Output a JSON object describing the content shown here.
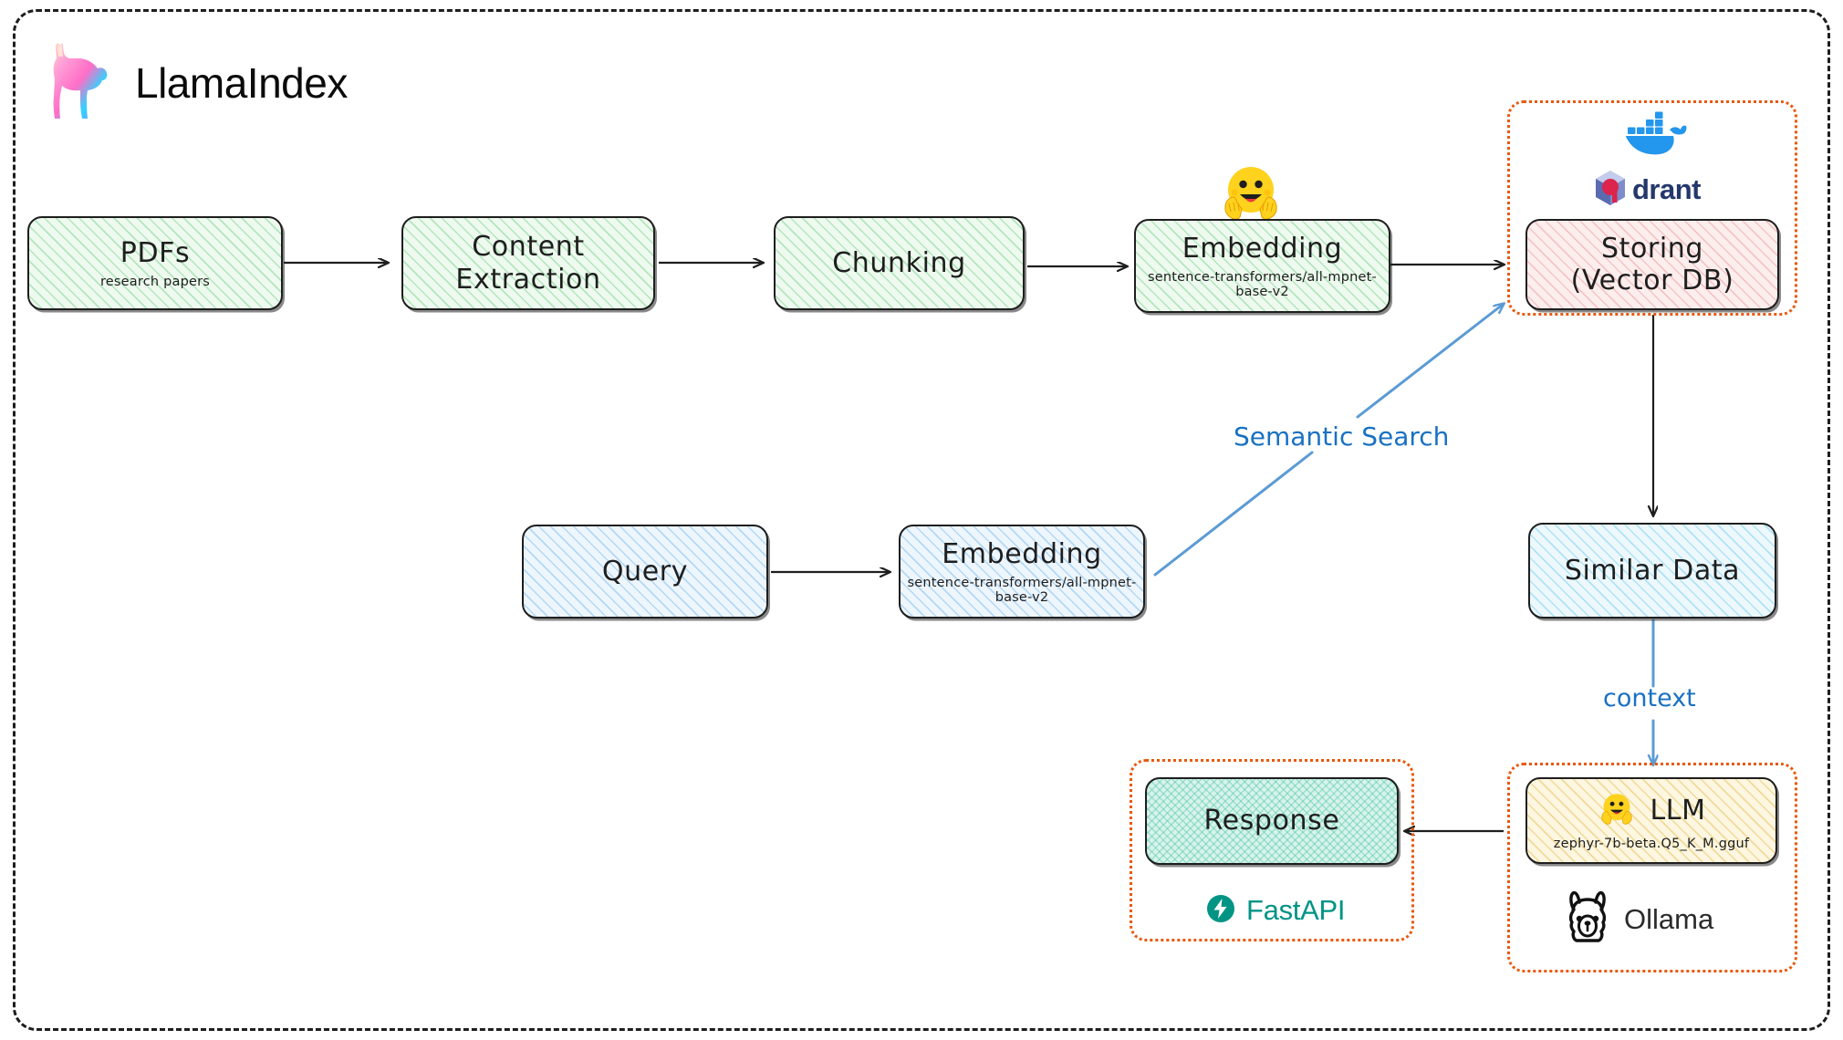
{
  "brand": {
    "name": "LlamaIndex",
    "logo_icon": "llama-gradient-icon"
  },
  "colors": {
    "accent_orange": "#e8590c",
    "arrow_blue": "#5b9bd5",
    "label_blue": "#1971c2",
    "docker_blue": "#2396ed",
    "qdrant_red": "#dc244c",
    "qdrant_navy": "#24386c",
    "fastapi_teal": "#009485",
    "ink": "#1e1e1e"
  },
  "ingestion_pipeline": {
    "nodes": [
      {
        "id": "pdfs",
        "title": "PDFs",
        "subtitle": "research papers",
        "fill": "green"
      },
      {
        "id": "content-extraction",
        "title": "Content\nExtraction",
        "subtitle": "",
        "fill": "green"
      },
      {
        "id": "chunking",
        "title": "Chunking",
        "subtitle": "",
        "fill": "green"
      },
      {
        "id": "embedding",
        "title": "Embedding",
        "subtitle": "sentence-transformers/all-mpnet-base-v2",
        "fill": "green"
      },
      {
        "id": "storing",
        "title": "Storing\n(Vector DB)",
        "subtitle": "",
        "fill": "pink"
      }
    ]
  },
  "query_pipeline": {
    "nodes": [
      {
        "id": "query",
        "title": "Query",
        "subtitle": "",
        "fill": "blue"
      },
      {
        "id": "query-embedding",
        "title": "Embedding",
        "subtitle": "sentence-transformers/all-mpnet-base-v2",
        "fill": "blue"
      }
    ]
  },
  "retrieval": {
    "similar_data": {
      "title": "Similar Data",
      "fill": "lightblue"
    },
    "llm": {
      "title": "LLM",
      "subtitle": "zephyr-7b-beta.Q5_K_M.gguf",
      "fill": "yellow",
      "emoji": "hugging-face-emoji"
    },
    "response": {
      "title": "Response",
      "fill": "teal"
    }
  },
  "edge_labels": {
    "semantic_search": "Semantic Search",
    "context": "context"
  },
  "tech_logos": {
    "docker": {
      "name": "docker-icon",
      "label": ""
    },
    "qdrant": {
      "name": "qdrant-logo",
      "mark": "q",
      "text": "drant"
    },
    "huggingface_embedding": {
      "name": "hugging-face-emoji"
    },
    "fastapi": {
      "name": "fastapi-logo",
      "label": "FastAPI"
    },
    "ollama": {
      "name": "ollama-logo",
      "label": "Ollama"
    }
  }
}
